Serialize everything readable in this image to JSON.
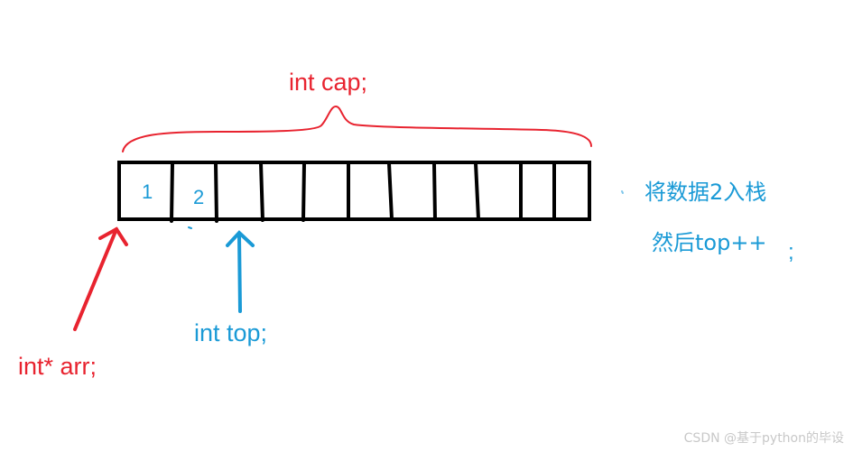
{
  "labels": {
    "capacity": "int cap;",
    "cell_1": "1",
    "cell_2": "2",
    "top": "int top;",
    "array": "int* arr;",
    "note_push": "将数据2入栈",
    "note_increment": "然后top++",
    "note_semicolon": ";"
  },
  "colors": {
    "red": "#e8232f",
    "blue": "#1a9ad6",
    "black": "#000000"
  },
  "watermark": "CSDN @基于python的毕设"
}
